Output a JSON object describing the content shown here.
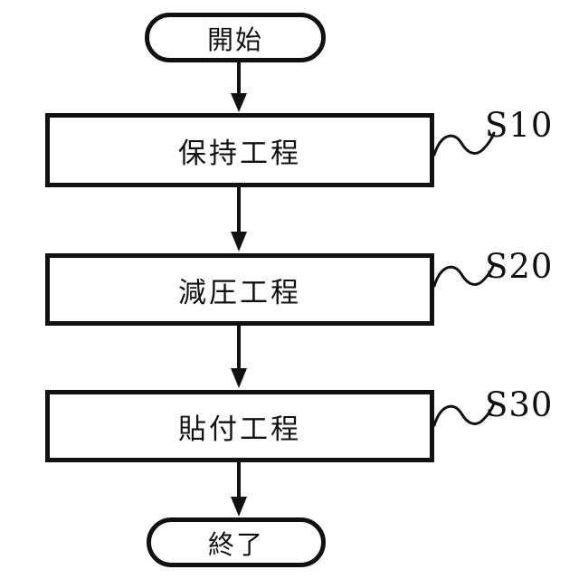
{
  "flowchart": {
    "title": "process-flow-diagram",
    "start": {
      "label": "開始"
    },
    "end": {
      "label": "終了"
    },
    "steps": [
      {
        "label": "保持工程",
        "step_id": "S10"
      },
      {
        "label": "減圧工程",
        "step_id": "S20"
      },
      {
        "label": "貼付工程",
        "step_id": "S30"
      }
    ],
    "colors": {
      "line": "#111111",
      "text": "#111111",
      "background": "#ffffff"
    }
  }
}
